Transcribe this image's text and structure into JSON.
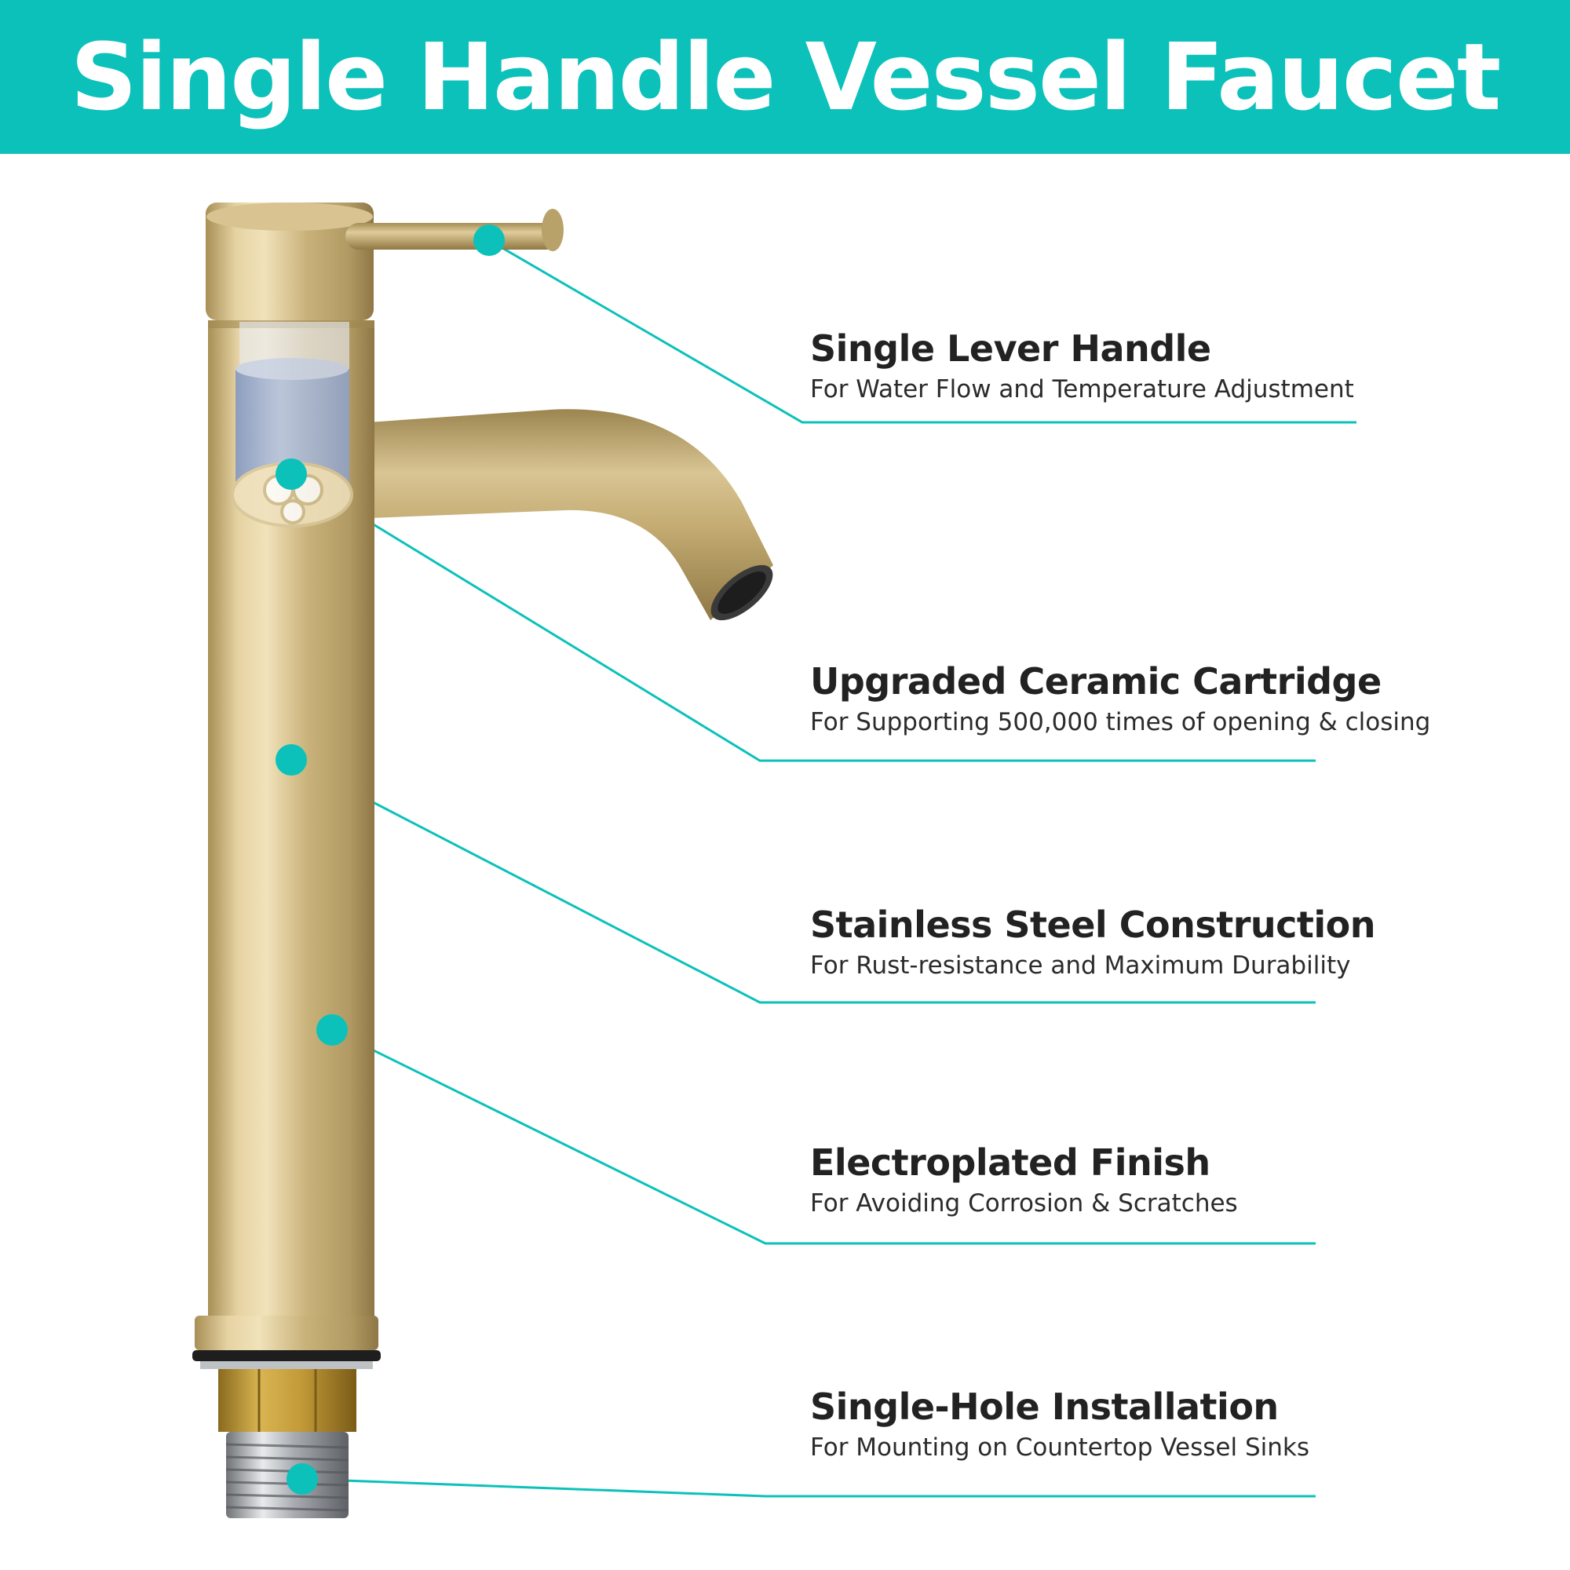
{
  "banner": {
    "title": "Single Handle Vessel Faucet",
    "background": "#0bc1ba"
  },
  "accent_color": "#0bc1ba",
  "product_finish_color": "#c9b27a",
  "features": [
    {
      "title": "Single Lever Handle",
      "description": "For Water Flow and Temperature Adjustment"
    },
    {
      "title": "Upgraded Ceramic Cartridge",
      "description": "For Supporting 500,000 times of opening & closing"
    },
    {
      "title": "Stainless Steel Construction",
      "description": "For Rust-resistance and Maximum Durability"
    },
    {
      "title": "Electroplated Finish",
      "description": "For Avoiding Corrosion & Scratches"
    },
    {
      "title": "Single-Hole Installation",
      "description": "For Mounting on Countertop Vessel Sinks"
    }
  ]
}
